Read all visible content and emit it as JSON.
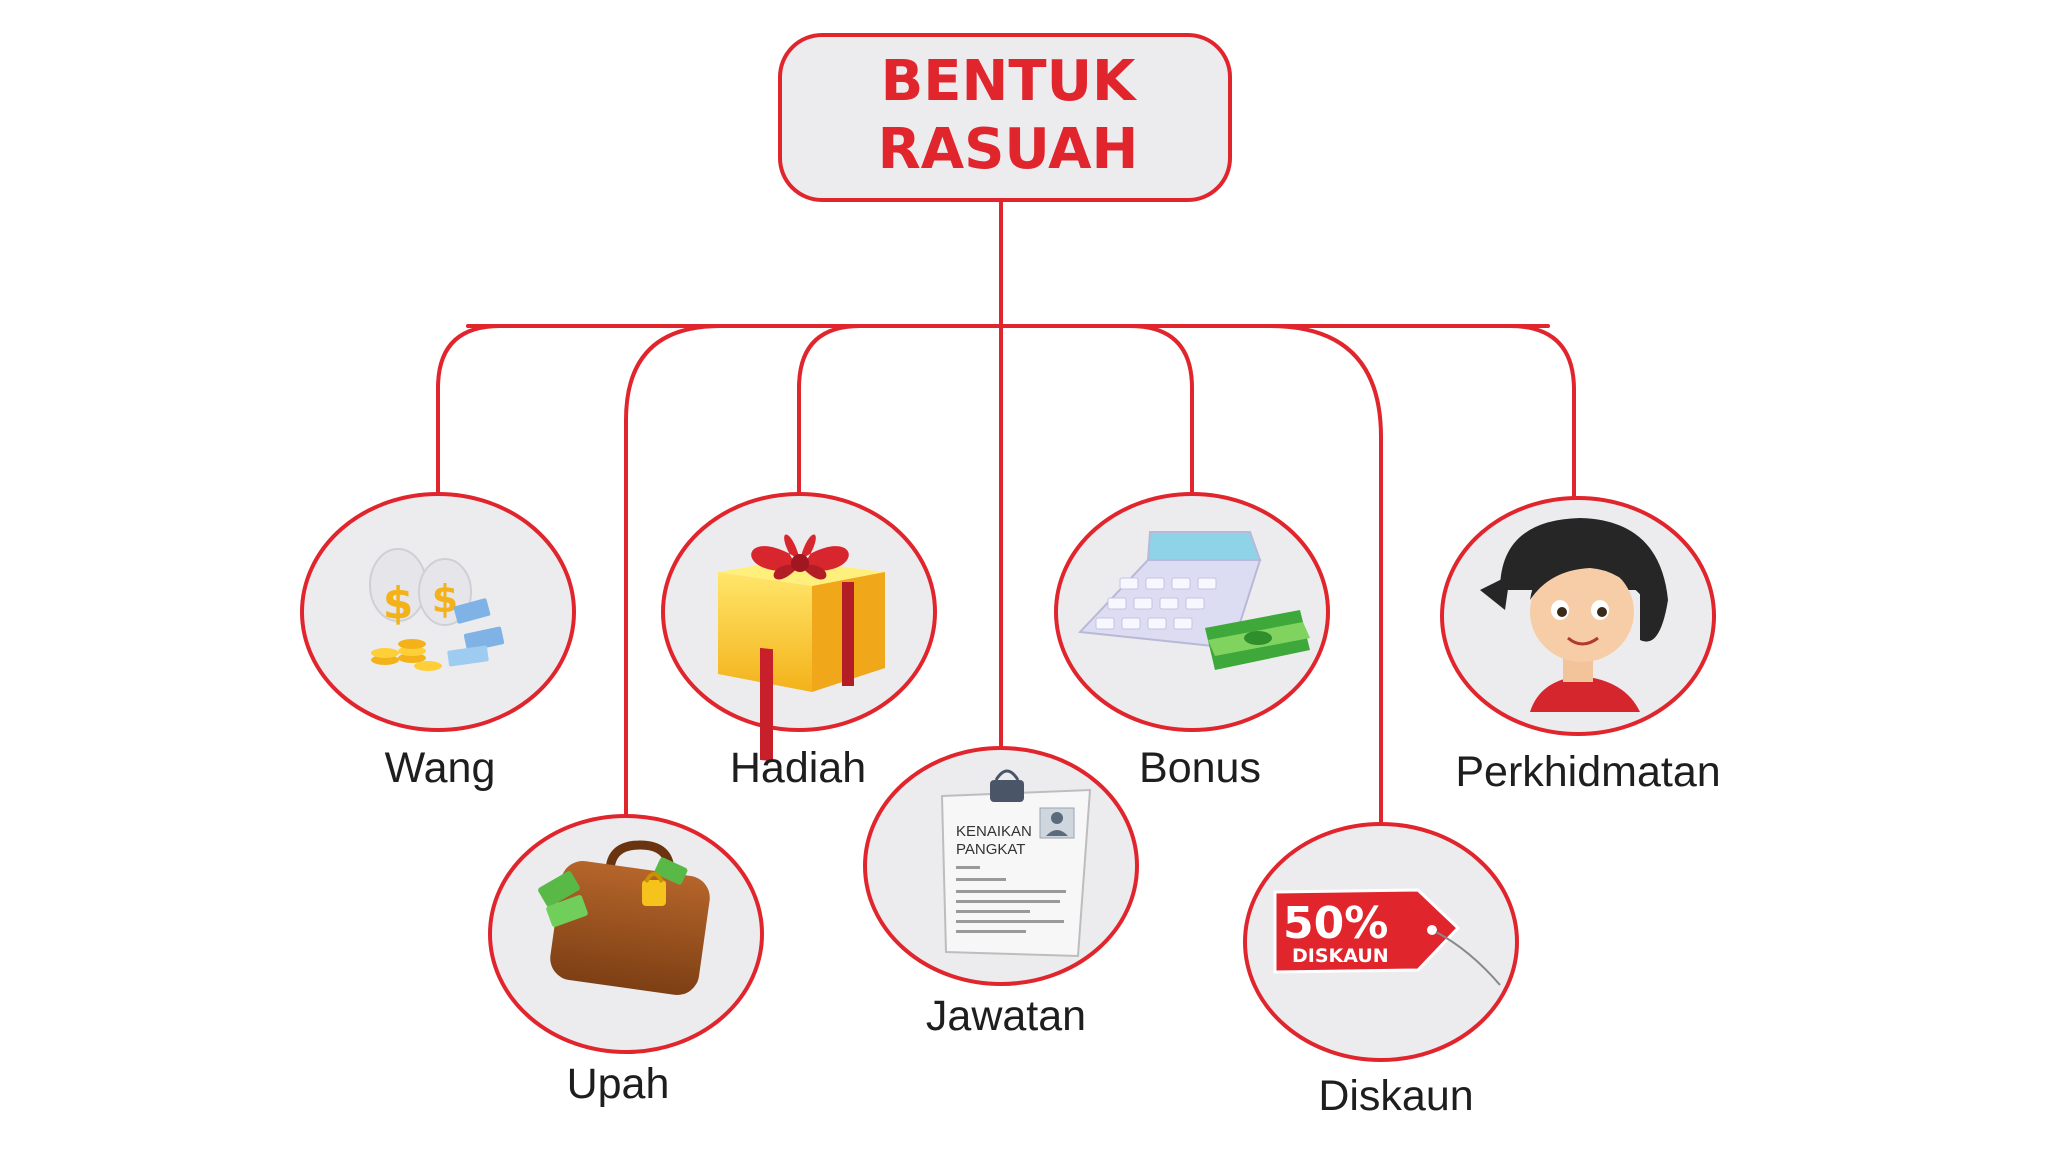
{
  "title": {
    "line1": "BENTUK",
    "line2": "RASUAH"
  },
  "nodes": [
    {
      "id": "wang",
      "label": "Wang",
      "icon": "money-icon"
    },
    {
      "id": "upah",
      "label": "Upah",
      "icon": "briefcase-money-icon"
    },
    {
      "id": "hadiah",
      "label": "Hadiah",
      "icon": "gift-box-icon"
    },
    {
      "id": "jawatan",
      "label": "Jawatan",
      "icon": "promotion-document-icon",
      "icon_text": {
        "line1": "KENAIKAN",
        "line2": "PANGKAT"
      }
    },
    {
      "id": "bonus",
      "label": "Bonus",
      "icon": "calculator-cash-icon"
    },
    {
      "id": "diskaun",
      "label": "Diskaun",
      "icon": "discount-tag-icon",
      "icon_text": {
        "percent": "50%",
        "word": "DISKAUN"
      }
    },
    {
      "id": "perkhidmatan",
      "label": "Perkhidmatan",
      "icon": "woman-avatar-icon"
    }
  ],
  "colors": {
    "accent": "#e1252d",
    "node_fill": "#ececef",
    "label": "#1e1e1e",
    "gold": "#f3b21a",
    "money_green": "#58b947"
  }
}
